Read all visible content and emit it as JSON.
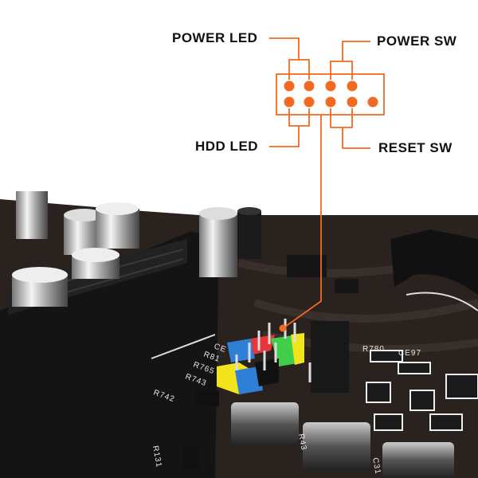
{
  "diagram": {
    "labels": {
      "power_led": "POWER LED",
      "power_sw": "POWER SW",
      "hdd_led": "HDD LED",
      "reset_sw": "RESET SW"
    },
    "header_pins": {
      "rows": 2,
      "top_row": 4,
      "bottom_row": 5
    },
    "accent_color": "#f26a21"
  },
  "board": {
    "silkscreen": [
      "R742",
      "R743",
      "R765",
      "R81",
      "CE",
      "R780",
      "CE97",
      "R43",
      "C31",
      "R131"
    ],
    "connector_colors": [
      "#f2e41c",
      "#2f7fd6",
      "#e8353a",
      "#3fcf4a",
      "#111111"
    ]
  }
}
